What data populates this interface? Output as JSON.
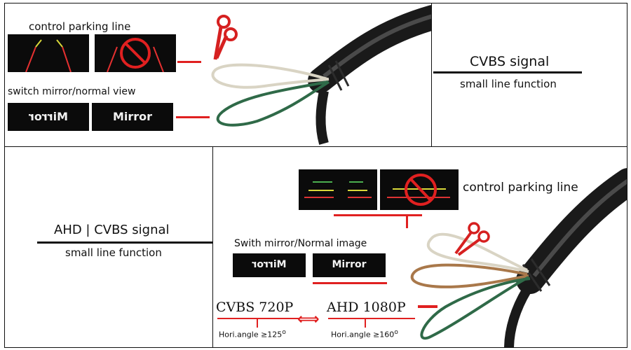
{
  "top_left": {
    "parking_title": "control  parking  line",
    "mirror_title": "switch  mirror/normal  view",
    "mirror_label": "Mirror"
  },
  "top_right": {
    "signal_title": "CVBS  signal",
    "function_subtitle": "small  line  function"
  },
  "bottom_left": {
    "signal_title": "AHD | CVBS  signal",
    "function_subtitle": "small  line  function"
  },
  "bottom_right": {
    "parking_label": "control parking line",
    "mirror_title": "Swith mirror/Normal image",
    "mirror_label": "Mirror",
    "cvbs_res": "CVBS 720P",
    "ahd_res": "AHD 1080P",
    "cvbs_angle_prefix": "Hori.angle ≥125",
    "ahd_angle_prefix": "Hori.angle ≥160",
    "degree": "o",
    "arrow": "⟺"
  },
  "colors": {
    "accent_red": "#e02020",
    "wire_white": "#d9d4c4",
    "wire_green": "#2f6a48",
    "wire_brown": "#a9784a",
    "thumb_bg": "#0b0b0b"
  }
}
